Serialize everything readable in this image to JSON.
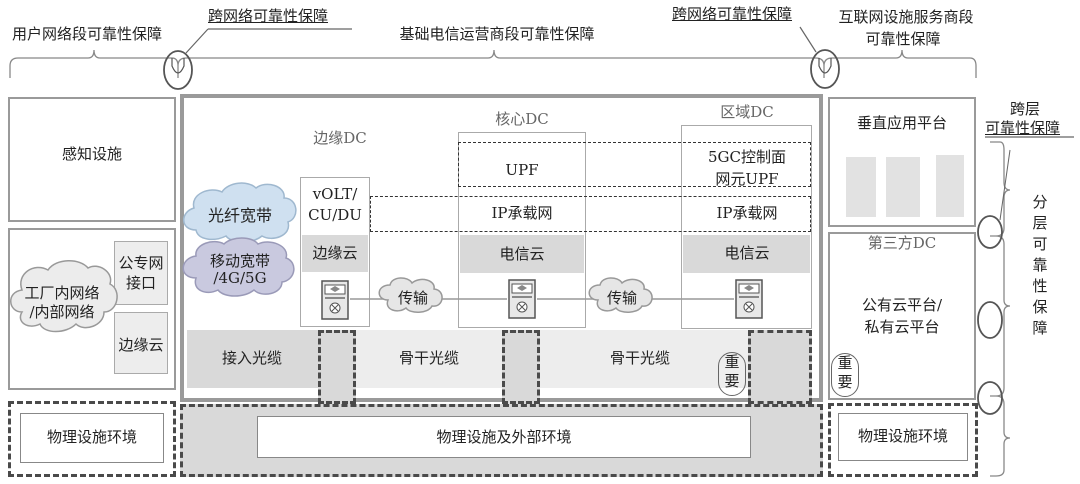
{
  "top": {
    "user_segment": "用户网络段可靠性保障",
    "cross_left": "跨网络可靠性保障",
    "basic_segment": "基础电信运营商段可靠性保障",
    "cross_right": "跨网络可靠性保障",
    "internet_segment_line1": "互联网设施服务商段",
    "internet_segment_line2": "可靠性保障"
  },
  "right_side": {
    "cross_layer_line1": "跨层",
    "cross_layer_line2": "可靠性保障",
    "layered_chars": [
      "分",
      "层",
      "可",
      "靠",
      "性",
      "保",
      "障"
    ]
  },
  "left": {
    "sensing": "感知设施",
    "factory_line1": "工厂内网络",
    "factory_line2": "/内部网络",
    "private_line1": "公专网",
    "private_line2": "接口",
    "edge_cloud": "边缘云",
    "physical": "物理设施环境"
  },
  "middle": {
    "edge_dc": "边缘DC",
    "core_dc": "核心DC",
    "region_dc": "区域DC",
    "fiber": "光纤宽带",
    "mobile_line1": "移动宽带",
    "mobile_line2": "/4G/5G",
    "volt_line1": "vOLT/",
    "volt_line2": "CU/DU",
    "edge_cloud": "边缘云",
    "upf": "UPF",
    "ip_core": "IP承载网",
    "telecom_cloud_core": "电信云",
    "control_line1": "5GC控制面",
    "control_line2": "网元UPF",
    "ip_region": "IP承载网",
    "telecom_cloud_region": "电信云",
    "transport_left": "传输",
    "transport_right": "传输",
    "access_cable": "接入光缆",
    "backbone_1": "骨干光缆",
    "backbone_2": "骨干光缆",
    "important_line1": "重",
    "important_line2": "要",
    "physical": "物理设施及外部环境"
  },
  "right": {
    "vertical_app": "垂直应用平台",
    "third_party_dc": "第三方DC",
    "cloud_line1": "公有云平台/",
    "cloud_line2": "私有云平台",
    "important_line1": "重",
    "important_line2": "要",
    "physical": "物理设施环境"
  }
}
